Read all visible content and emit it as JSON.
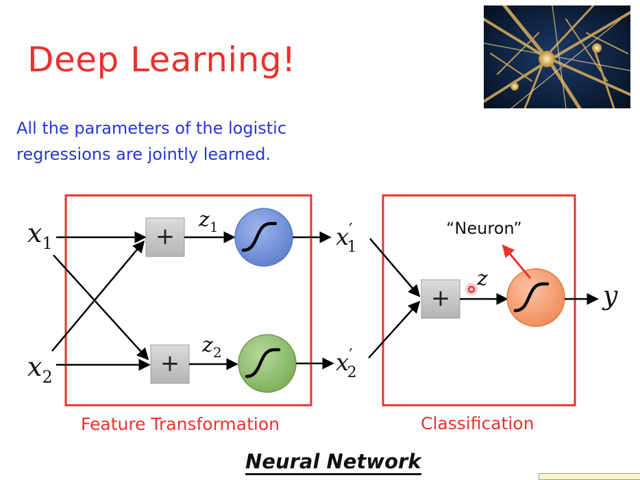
{
  "slide": {
    "title": "Deep Learning!",
    "subtitle_line1": "All the parameters of the logistic",
    "subtitle_line2": "regressions are jointly learned.",
    "bottom_title": "Neural Network"
  },
  "diagram": {
    "inputs": [
      "x",
      "x"
    ],
    "input_subs": [
      "1",
      "2"
    ],
    "sum_symbol": "+",
    "hidden_z": [
      "z",
      "z"
    ],
    "hidden_z_subs": [
      "1",
      "2"
    ],
    "hidden_outputs": [
      "x",
      "x"
    ],
    "hidden_output_subs": [
      "1",
      "2"
    ],
    "hidden_output_prime": "′",
    "out_z": "z",
    "output": "y",
    "neuron_label": "“Neuron”",
    "left_box_caption": "Feature Transformation",
    "right_box_caption": "Classification"
  },
  "colors": {
    "accent_red": "#e8322e",
    "subtitle_blue": "#2535d6",
    "sigmoid_blue": "#6f8fd8",
    "sigmoid_green": "#8fbf6b",
    "sigmoid_orange": "#f59a6e",
    "sum_box_gray": "#c8c8c8"
  }
}
